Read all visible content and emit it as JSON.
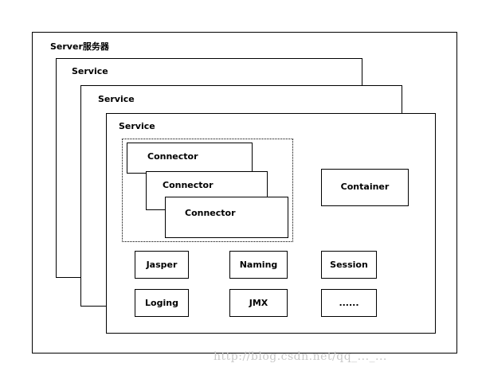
{
  "diagram": {
    "server_label": "Server服务器",
    "service_labels": [
      "Service",
      "Service",
      "Service"
    ],
    "connector_labels": [
      "Connector",
      "Connector",
      "Connector"
    ],
    "container_label": "Container",
    "components": [
      "Jasper",
      "Naming",
      "Session",
      "Loging",
      "JMX",
      "......"
    ]
  },
  "watermark": "http://blog.csdn.net/qq_..._..."
}
